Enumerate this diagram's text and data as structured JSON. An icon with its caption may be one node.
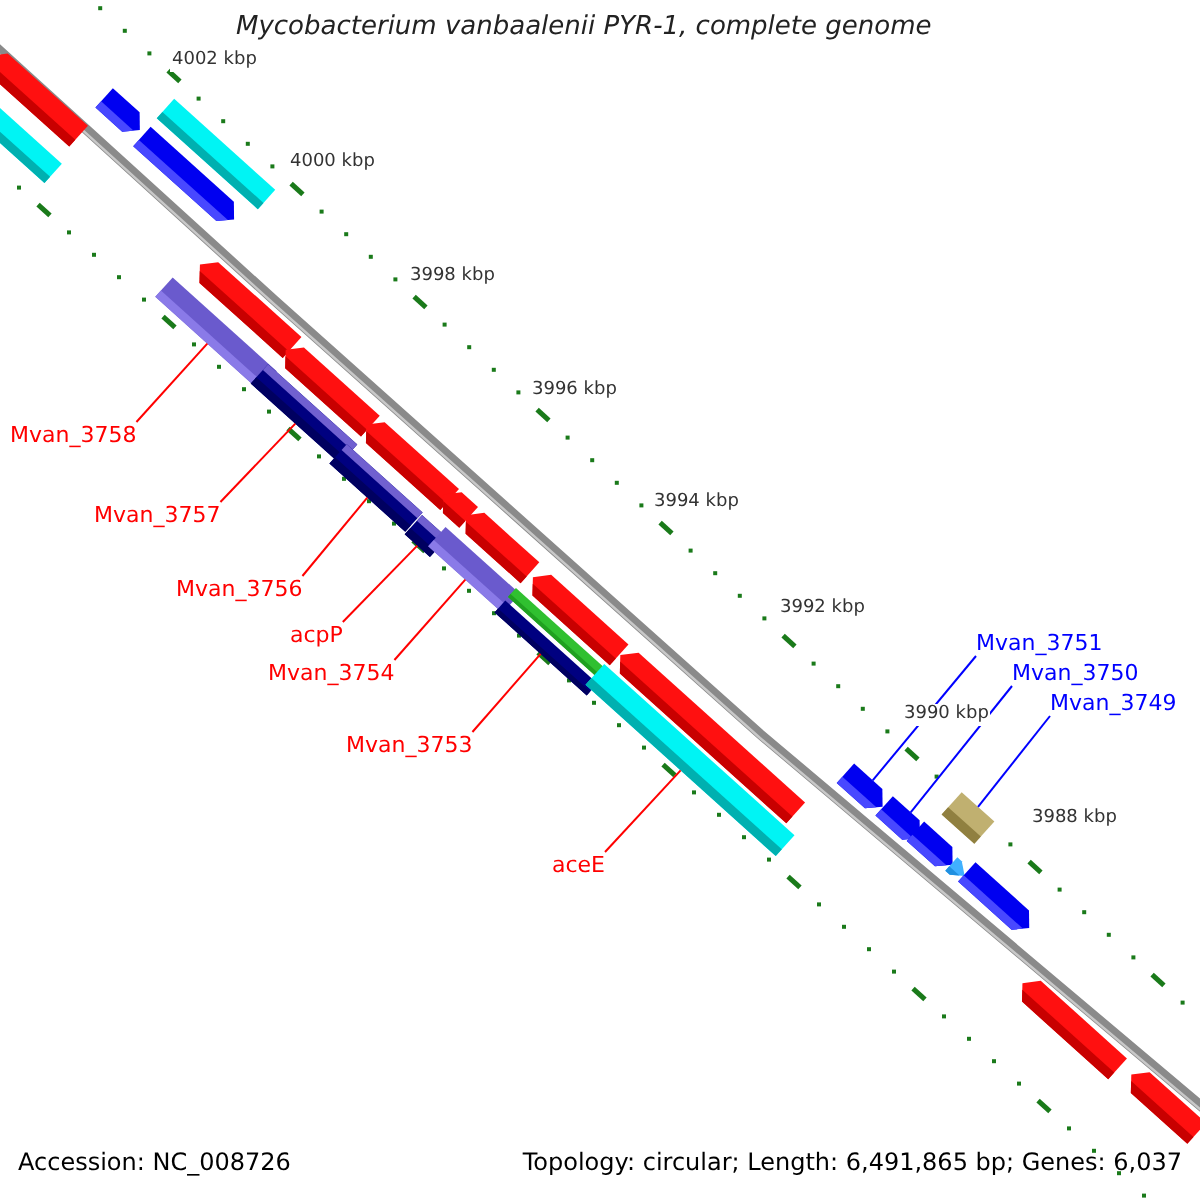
{
  "diagram": {
    "title": "Mycobacterium vanbaalenii PYR-1, complete genome",
    "nodes": [
      {
        "text": [
          "Mvan_3758"
        ]
      },
      {
        "text": [
          "Mvan_3757"
        ]
      },
      {
        "text": [
          "Mvan_3756"
        ]
      },
      {
        "text": [
          "acpP"
        ]
      },
      {
        "text": [
          "Mvan_3754"
        ]
      },
      {
        "text": [
          "Mvan_3753"
        ]
      },
      {
        "text": [
          "aceE"
        ]
      },
      {
        "text": [
          "Mvan_3751"
        ]
      },
      {
        "text": [
          "Mvan_3750"
        ]
      },
      {
        "text": [
          "Mvan_3749"
        ]
      },
      {
        "text": [],
        "shape": "bar"
      },
      {
        "text": [],
        "shape": "bar"
      },
      {
        "text": [],
        "shape": "bar"
      },
      {
        "text": [],
        "shape": "bar"
      },
      {
        "text": [],
        "shape": "bar"
      },
      {
        "text": [],
        "shape": "bar"
      },
      {
        "text": [],
        "shape": "bar"
      },
      {
        "text": [],
        "shape": "bar"
      },
      {
        "text": [],
        "shape": "bar"
      },
      {
        "text": [],
        "shape": "bar"
      },
      {
        "text": [],
        "shape": "bar"
      },
      {
        "text": [],
        "shape": "bar"
      },
      {
        "text": [],
        "shape": "bar"
      },
      {
        "text": [],
        "shape": "bar"
      },
      {
        "text": [],
        "shape": "bar"
      },
      {
        "text": [],
        "shape": "bar"
      },
      {
        "text": [],
        "shape": "bar"
      },
      {
        "text": [],
        "shape": "bar"
      },
      {
        "text": [],
        "shape": "bar"
      },
      {
        "text": [],
        "shape": "bar"
      },
      {
        "text": [],
        "shape": "bar"
      },
      {
        "text": [],
        "shape": "bar"
      },
      {
        "text": [],
        "shape": "bar"
      },
      {
        "text": [],
        "shape": "bar"
      },
      {
        "text": [],
        "shape": "bar"
      },
      {
        "text": [],
        "shape": "bar"
      },
      {
        "text": [],
        "shape": "bar"
      },
      {
        "text": [],
        "shape": "bar"
      }
    ],
    "edges": [
      {
        "from": 0,
        "to": 16,
        "arrow": "none"
      },
      {
        "from": 1,
        "to": 18,
        "arrow": "none"
      },
      {
        "from": 2,
        "to": 20,
        "arrow": "none"
      },
      {
        "from": 3,
        "to": 22,
        "arrow": "none"
      },
      {
        "from": 4,
        "to": 24,
        "arrow": "none"
      },
      {
        "from": 5,
        "to": 27,
        "arrow": "none"
      },
      {
        "from": 6,
        "to": 29,
        "arrow": "none"
      },
      {
        "from": 7,
        "to": 30,
        "arrow": "none",
        "color": "#0000ff"
      },
      {
        "from": 8,
        "to": 31,
        "arrow": "none",
        "color": "#0000ff"
      },
      {
        "from": 9,
        "to": 32,
        "arrow": "none",
        "color": "#0000ff"
      }
    ],
    "labels": [
      "4002 kbp",
      "4000 kbp",
      "3998 kbp",
      "3996 kbp",
      "3994 kbp",
      "3992 kbp",
      "3990 kbp",
      "3988 kbp",
      "Accession: NC_008726",
      "Topology: circular; Length: 6,491,865 bp; Genes: 6,037"
    ]
  }
}
